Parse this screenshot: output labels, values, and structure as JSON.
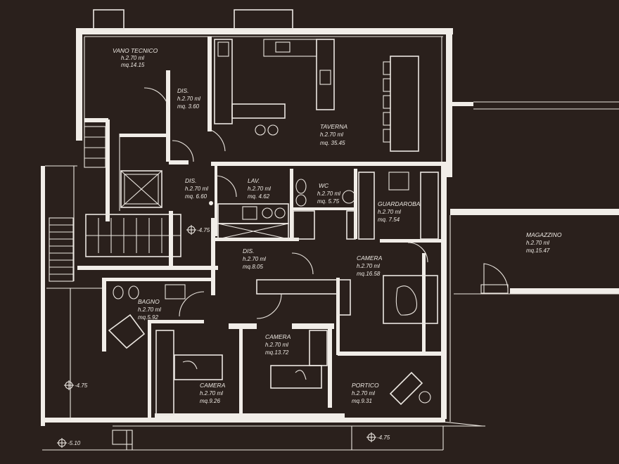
{
  "colors": {
    "background": "#2a201c",
    "lines": "#ece7e1"
  },
  "rooms": {
    "vano_tecnico": {
      "name": "VANO TECNICO",
      "height": "h.2.70 ml",
      "area": "mq.14.15"
    },
    "dis1": {
      "name": "DIS.",
      "height": "h.2.70 ml",
      "area": "mq. 3.60"
    },
    "taverna": {
      "name": "TAVERNA",
      "height": "h.2.70 ml",
      "area": "mq. 35.45"
    },
    "dis2": {
      "name": "DIS.",
      "height": "h.2.70 ml",
      "area": "mq. 6.60"
    },
    "lav": {
      "name": "LAV.",
      "height": "h.2.70 ml",
      "area": "mq. 4.62"
    },
    "wc": {
      "name": "WC",
      "height": "h.2.70 ml",
      "area": "mq. 5.75"
    },
    "guardaroba": {
      "name": "GUARDAROBA",
      "height": "h.2.70 ml",
      "area": "mq. 7.54"
    },
    "magazzino": {
      "name": "MAGAZZINO",
      "height": "h.2.70 ml",
      "area": "mq.15.47"
    },
    "dis3": {
      "name": "DIS.",
      "height": "h.2.70 ml",
      "area": "mq.8.05"
    },
    "camera1": {
      "name": "CAMERA",
      "height": "h.2.70 ml",
      "area": "mq.16.58"
    },
    "bagno": {
      "name": "BAGNO",
      "height": "h.2.70 ml",
      "area": "mq.5.92"
    },
    "camera2": {
      "name": "CAMERA",
      "height": "h.2.70 ml",
      "area": "mq.13.72"
    },
    "camera3": {
      "name": "CAMERA",
      "height": "h.2.70 ml",
      "area": "mq.9.26"
    },
    "portico": {
      "name": "PORTICO",
      "height": "h.2.70 ml",
      "area": "mq.9.31"
    }
  },
  "levels": {
    "l1": "-4.75",
    "l2": "-4.75",
    "l3": "-5.10",
    "l4": "-4.75"
  }
}
